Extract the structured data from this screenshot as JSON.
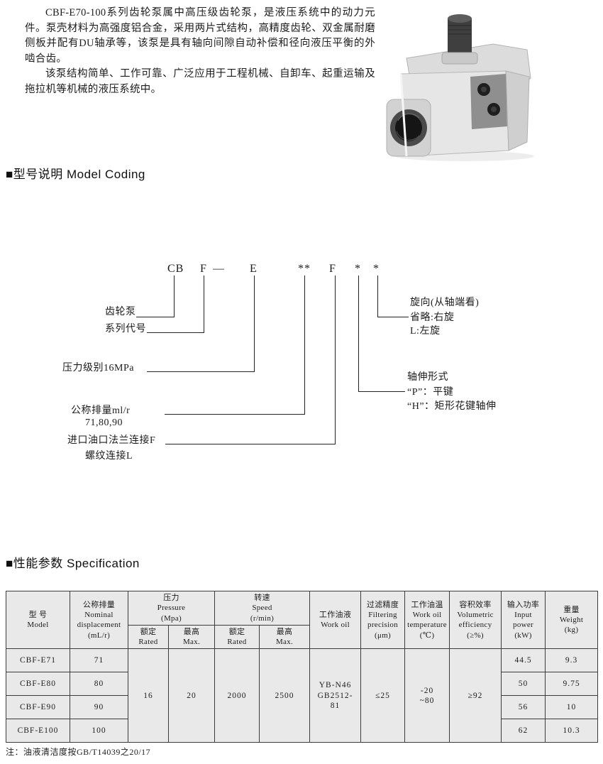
{
  "intro": {
    "p1": "CBF-E70-100系列齿轮泵属中高压级齿轮泵，是液压系统中的动力元件。泵壳材料为高强度铝合金，采用两片式结构，高精度齿轮、双金属耐磨侧板并配有DU轴承等，该泵是具有轴向间隙自动补偿和径向液压平衡的外啮合齿。",
    "p2": "该泵结构简单、工作可靠、广泛应用于工程机械、自卸车、起重运输及拖拉机等机械的液压系统中。"
  },
  "sections": {
    "model_coding": "■型号说明 Model Coding",
    "specification": "■性能参数 Specification"
  },
  "coding": {
    "parts": [
      "CB",
      "F",
      "—",
      "E",
      "**",
      "F",
      "*",
      "*"
    ],
    "labels": {
      "gear_pump": "齿轮泵",
      "series_code": "系列代号",
      "pressure_level": "压力级别16MPa",
      "displacement_1": "公称排量ml/r",
      "displacement_2": "71,80,90",
      "inlet_1": "进口油口法兰连接F",
      "inlet_2": "螺纹连接L",
      "rotation_1": "旋向(从轴端看)",
      "rotation_2": "省略:右旋",
      "rotation_3": "L:左旋",
      "shaft_1": "轴伸形式",
      "shaft_2": "“P”：平键",
      "shaft_3": "“H”：矩形花键轴伸"
    }
  },
  "table": {
    "header": {
      "model": "型 号\nModel",
      "displacement": "公称排量\nNominal\ndisplacement\n(mL/r)",
      "pressure": "压力\nPressure\n(Mpa)",
      "speed": "转速\nSpeed\n(r/min)",
      "rated": "额定\nRated",
      "max": "最高\nMax.",
      "work_oil": "工作油液\nWork oil",
      "filtering": "过滤精度\nFiltering\nprecision\n(μm)",
      "temperature": "工作油温\nWork oil\ntemperature\n(℃)",
      "efficiency": "容积效率\nVolumetric\nefficiency\n(≥%)",
      "power": "输入功率\nInput\npower\n(kW)",
      "weight": "重量\nWeight\n(kg)"
    },
    "merged": {
      "rated_pressure": "16",
      "max_pressure": "20",
      "rated_speed": "2000",
      "max_speed": "2500",
      "work_oil": "YB-N46\nGB2512-\n81",
      "filtering": "≤25",
      "temperature": "-20\n~80",
      "efficiency": "≥92"
    },
    "rows": [
      {
        "model": "CBF-E71",
        "displacement": "71",
        "power": "44.5",
        "weight": "9.3"
      },
      {
        "model": "CBF-E80",
        "displacement": "80",
        "power": "50",
        "weight": "9.75"
      },
      {
        "model": "CBF-E90",
        "displacement": "90",
        "power": "56",
        "weight": "10"
      },
      {
        "model": "CBF-E100",
        "displacement": "100",
        "power": "62",
        "weight": "10.3"
      }
    ]
  },
  "note": "注：油液清洁度按GB/T14039之20/17"
}
